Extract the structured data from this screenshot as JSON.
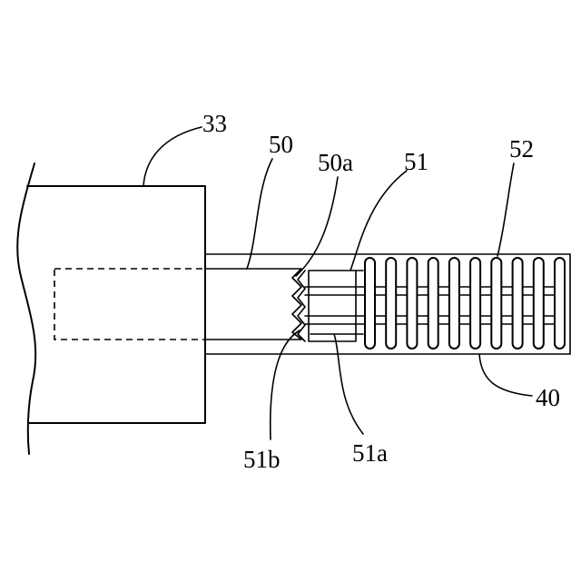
{
  "labels": {
    "housing": "33",
    "pin": "50",
    "pin_teeth": "50a",
    "sleeve": "51",
    "sleeve_shoulder": "51a",
    "sleeve_teeth": "51b",
    "spring": "52",
    "bore": "40"
  },
  "spring": {
    "coil_count": 10
  }
}
